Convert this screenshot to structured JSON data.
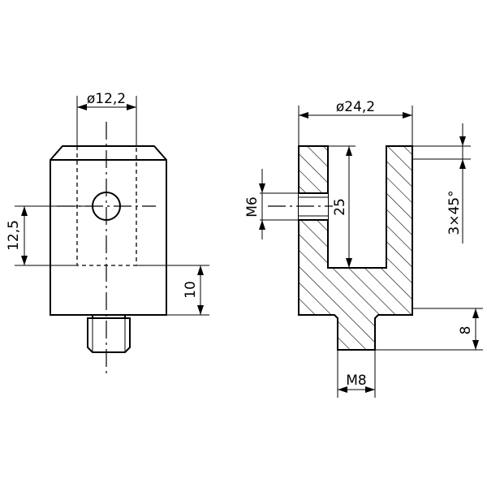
{
  "drawing": {
    "dimensions": {
      "front_diameter": "ø12,2",
      "front_height": "12,5",
      "front_bottom": "10",
      "section_diameter": "ø24,2",
      "section_depth": "25",
      "section_thread": "M6",
      "section_chamfer": "3×45°",
      "section_stud_length": "8",
      "section_stud_thread": "M8"
    }
  }
}
